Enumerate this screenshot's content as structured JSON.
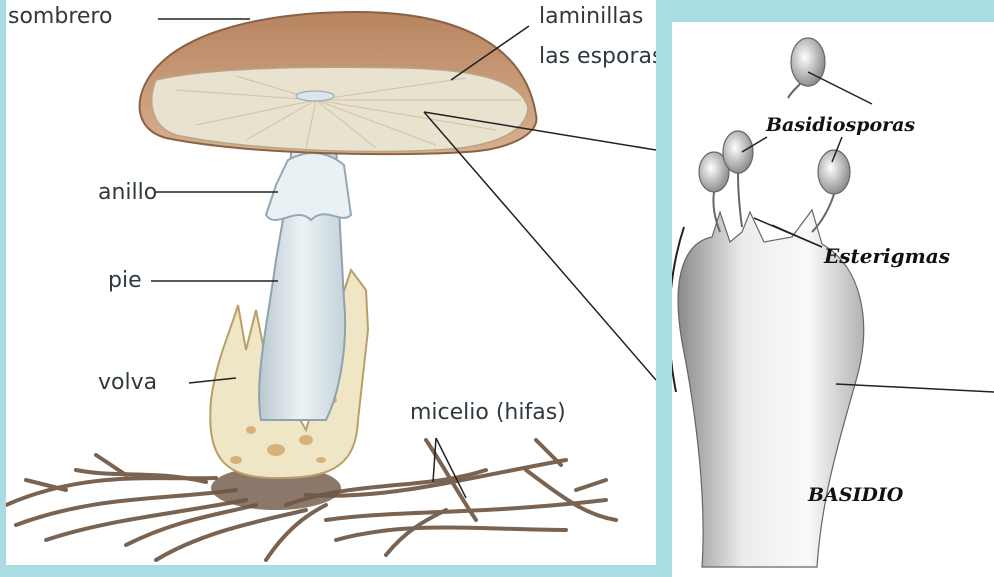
{
  "left_labels": {
    "sombrero": "sombrero",
    "laminillas_line1": "laminillas",
    "laminillas_line2": "las esporas",
    "anillo": "anillo",
    "pie": "pie",
    "volva": "volva",
    "micelio": "micelio (hifas)"
  },
  "right_labels": {
    "basidiosporas": "Basidiosporas",
    "esterigmas": "Esterigmas",
    "basidio": "BASIDIO"
  },
  "colors": {
    "background": "#a9dce3",
    "cap_top": "#c99a76",
    "cap_gills": "#e9e2cf",
    "stem": "#e6eef2",
    "volva": "#efe6c6",
    "mycelium": "#7a6351",
    "line": "#222222"
  }
}
